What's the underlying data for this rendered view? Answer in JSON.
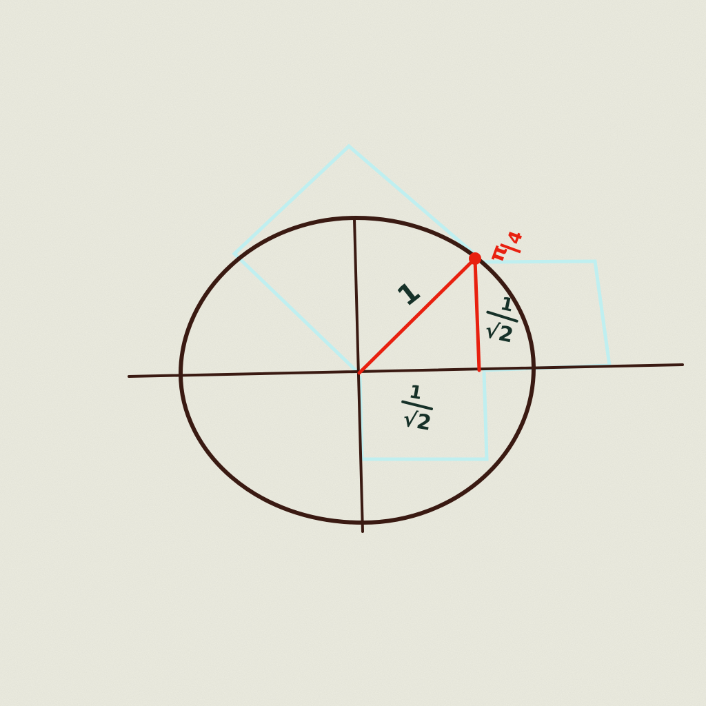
{
  "diagram": {
    "colors": {
      "paper": "#eeeee2",
      "ink": "#3a1a12",
      "accent": "#e8200f",
      "construction": "#bfeff0",
      "label_ink": "#163128"
    },
    "labels": {
      "radius": "1",
      "angle_numerator": "π",
      "angle_denominator": "4",
      "vertical_leg_numerator": "1",
      "vertical_leg_denominator": "√2",
      "horizontal_leg_numerator": "1",
      "horizontal_leg_denominator": "√2"
    }
  }
}
